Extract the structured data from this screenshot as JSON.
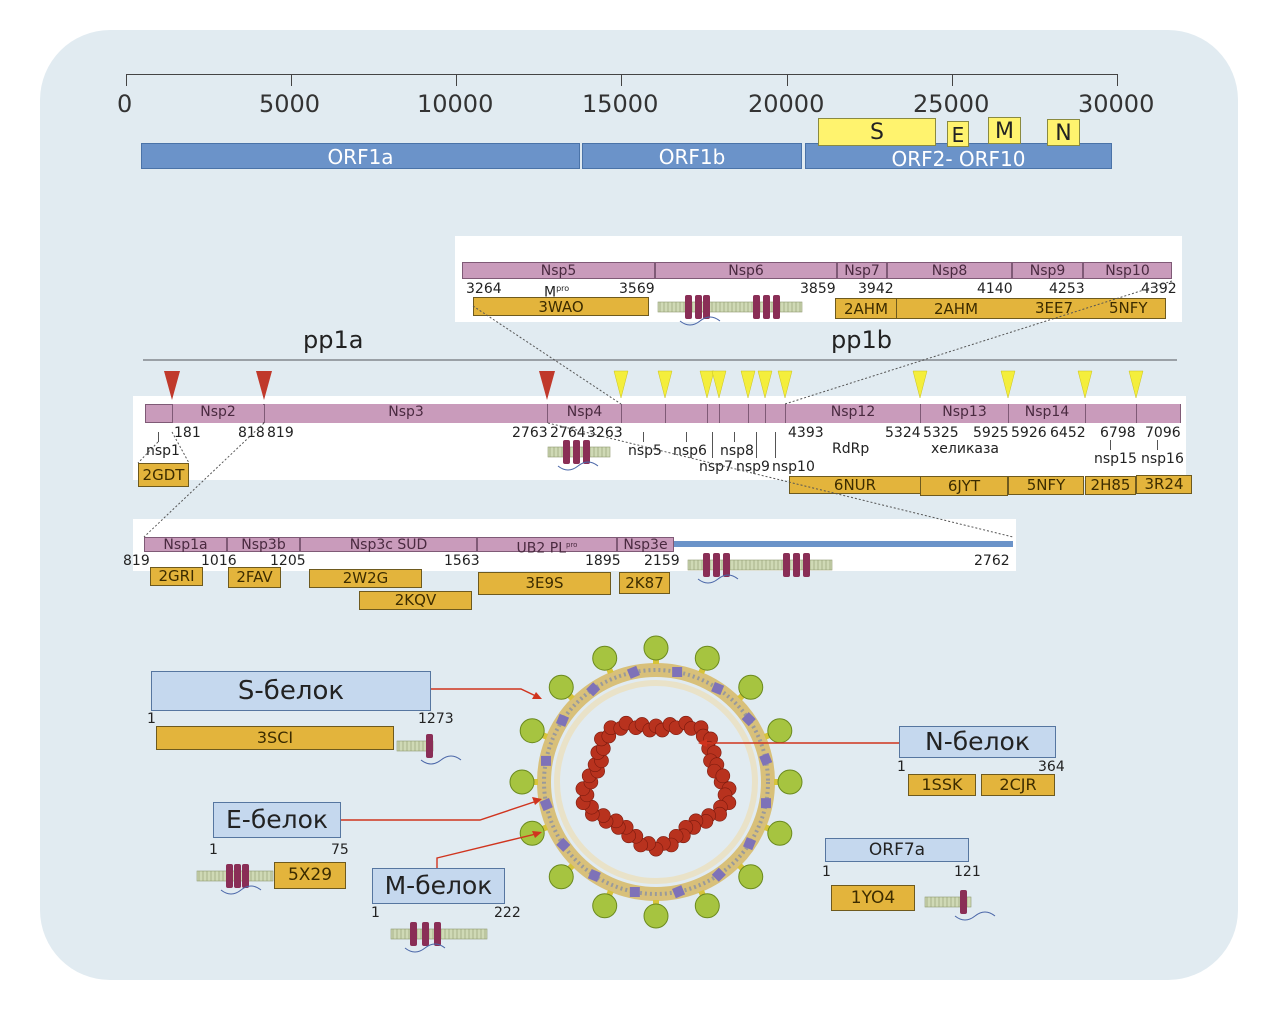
{
  "genome_scale": {
    "ticks": [
      "0",
      "5000",
      "10000",
      "15000",
      "20000",
      "25000",
      "30000"
    ],
    "orfs": [
      "ORF1a",
      "ORF1b",
      "ORF2- ORF10"
    ],
    "structural": [
      "S",
      "E",
      "M",
      "N"
    ]
  },
  "upper_strip": {
    "segments": [
      "Nsp5",
      "Nsp6",
      "Nsp7",
      "Nsp8",
      "Nsp9",
      "Nsp10"
    ],
    "positions": [
      "3264",
      "3569",
      "3859",
      "3942",
      "4140",
      "4253",
      "4392"
    ],
    "mpro": "M",
    "mpro_sup": "pro",
    "pdb": [
      "3WAO",
      "2AHM",
      "2AHM",
      "3EE7",
      "5NFY"
    ]
  },
  "polyprotein": {
    "pp1a": "pp1a",
    "pp1b": "pp1b",
    "segments": [
      "Nsp2",
      "Nsp3",
      "Nsp4",
      "Nsp12",
      "Nsp13",
      "Nsp14"
    ],
    "positions": [
      "181",
      "818",
      "819",
      "2763",
      "2764",
      "3263",
      "4393",
      "5324",
      "5325",
      "5925",
      "5926",
      "6452",
      "6798",
      "7096"
    ],
    "labels": [
      "nsp1",
      "nsp5",
      "nsp6",
      "nsp7",
      "nsp8",
      "nsp9",
      "nsp10",
      "RdRp",
      "хеликаза",
      "nsp15",
      "nsp16"
    ],
    "pdb": [
      "2GDT",
      "6NUR",
      "6JYT",
      "5NFY",
      "2H85",
      "3R24"
    ]
  },
  "nsp3_strip": {
    "segments": [
      "Nsp1a",
      "Nsp3b",
      "Nsp3c SUD",
      "UB2 PL",
      "Nsp3e"
    ],
    "plpro_sup": "pro",
    "positions": [
      "819",
      "1016",
      "1205",
      "1563",
      "1895",
      "2159",
      "2762"
    ],
    "pdb": [
      "2GRI",
      "2FAV",
      "2W2G",
      "2KQV",
      "3E9S",
      "2K87"
    ]
  },
  "proteins": {
    "s": {
      "name": "S-белок",
      "start": "1",
      "end": "1273",
      "pdb": "3SCI"
    },
    "n": {
      "name": "N-белок",
      "start": "1",
      "end": "364",
      "pdb": [
        "1SSK",
        "2CJR"
      ]
    },
    "e": {
      "name": "E-белок",
      "start": "1",
      "end": "75",
      "pdb": "5X29"
    },
    "m": {
      "name": "M-белок",
      "start": "1",
      "end": "222"
    },
    "orf7a": {
      "name": "ORF7a",
      "start": "1",
      "end": "121",
      "pdb": "1YO4"
    }
  },
  "colors": {
    "panel": "#e1ebf1",
    "orf_blue": "#6b93c9",
    "structural_yellow": "#fff36e",
    "nsp_mauve": "#c99bbb",
    "pdb_gold": "#e3b43c",
    "protein_box": "#c5d8ee",
    "red_cleavage": "#c0392b",
    "yellow_cleavage": "#f4ee3c",
    "pointer_red": "#d0341e"
  }
}
